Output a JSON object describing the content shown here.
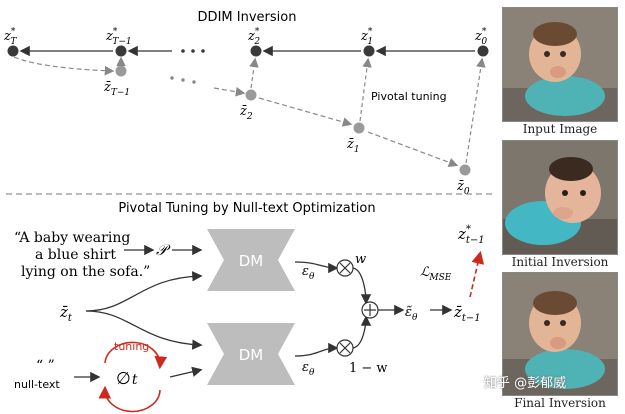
{
  "top": {
    "title": "DDIM Inversion",
    "pivot_label": "Pivotal tuning",
    "z_star_nodes": [
      {
        "base": "z",
        "sup": "*",
        "sub": "T"
      },
      {
        "base": "z",
        "sup": "*",
        "sub": "T−1"
      },
      {
        "base": "z",
        "sup": "*",
        "sub": "2"
      },
      {
        "base": "z",
        "sup": "*",
        "sub": "1"
      },
      {
        "base": "z",
        "sup": "*",
        "sub": "0"
      }
    ],
    "zbar_nodes": [
      {
        "base": "z̄",
        "sub": "T−1"
      },
      {
        "base": "z̄",
        "sub": "2"
      },
      {
        "base": "z̄",
        "sub": "1"
      },
      {
        "base": "z̄",
        "sub": "0"
      }
    ]
  },
  "bottom": {
    "title": "Pivotal Tuning by Null-text Optimization",
    "prompt_lines": [
      "“A baby wearing",
      "a blue shirt",
      "lying on the sofa.”"
    ],
    "p_symbol": "𝒫",
    "zt_label": {
      "base": "z̄",
      "sub": "t"
    },
    "null_quotes": "“ ”",
    "null_label": "null-text",
    "tuning_label": "tuning",
    "phi_label": "∅",
    "phi_sub": "t",
    "dm_label": "DM",
    "eps": "ε",
    "eps_sub": "θ",
    "w_label": "w",
    "one_minus_w": "1 − w",
    "eps_tilde": "ε̃",
    "zbar_out": {
      "base": "z̄",
      "sub": "t−1"
    },
    "z_target": {
      "base": "z",
      "sup": "*",
      "sub": "t−1"
    },
    "loss_base": "ℒ",
    "loss_sub": "MSE"
  },
  "images": {
    "captions": [
      "Input Image",
      "Initial Inversion",
      "Final Inversion"
    ],
    "watermark": "知乎 @彭郁威"
  },
  "colors": {
    "node": "#3a3a3a",
    "node_bar": "#9a9a9a",
    "dm_block": "#bdbdbd",
    "accent_red": "#cc2a1e",
    "line": "#333333"
  }
}
